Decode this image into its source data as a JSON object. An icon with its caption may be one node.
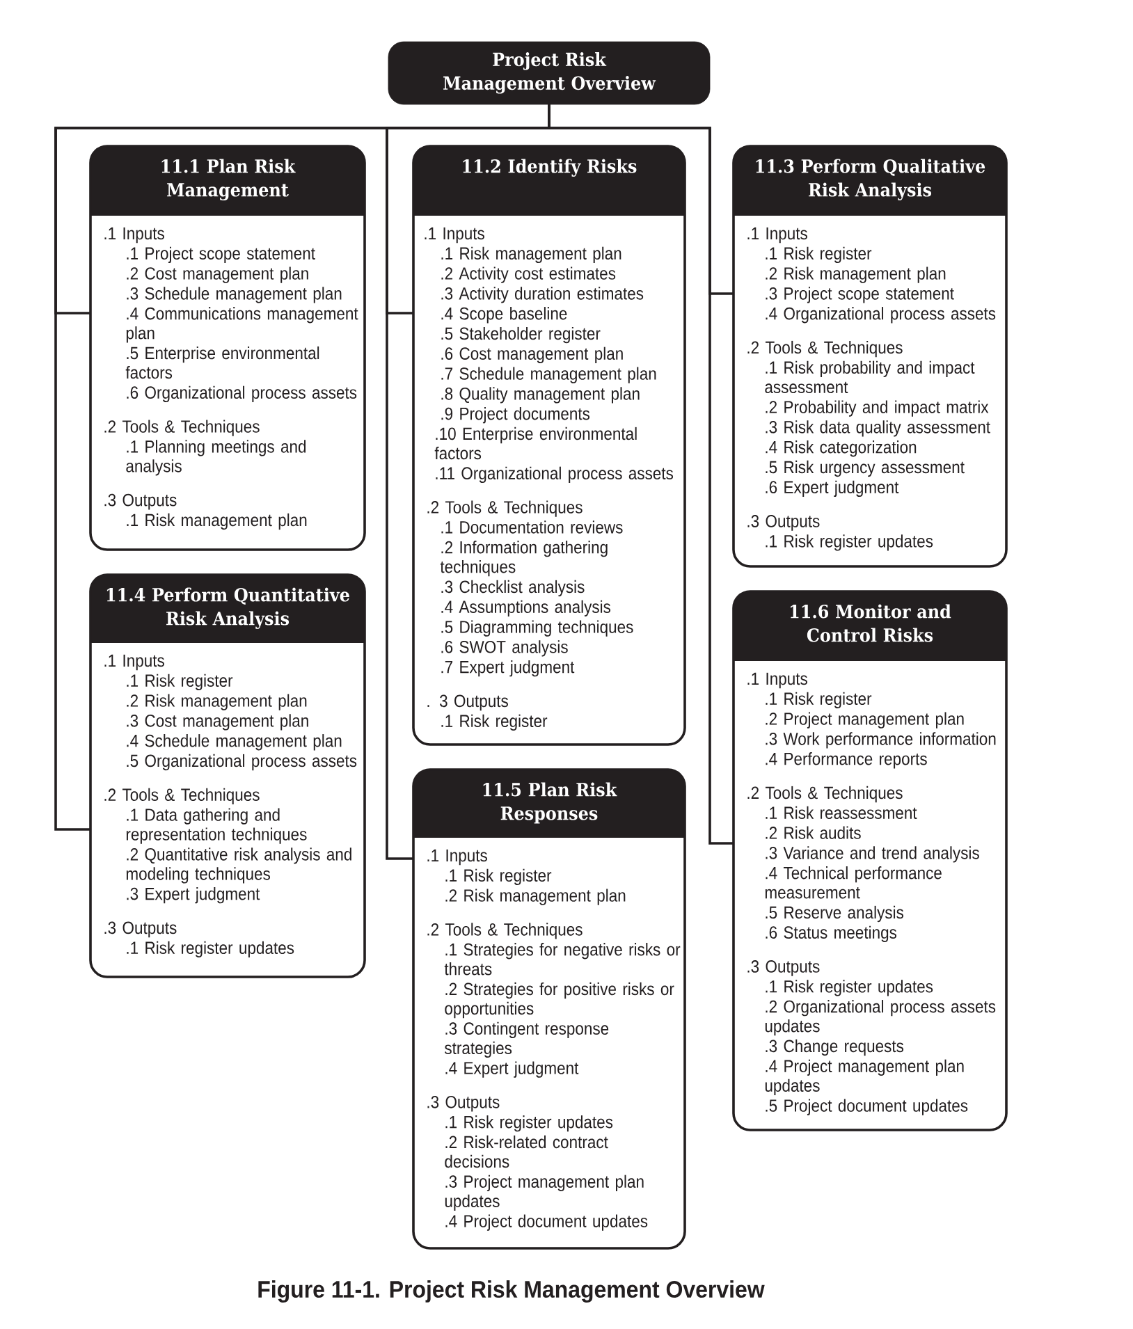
{
  "diagram": {
    "caption": "Figure 11-1. Project Risk Management Overview",
    "nodes": [
      {
        "text": [
          "Project Risk Management Overview"
        ]
      },
      {
        "text": [
          "11.1 Plan Risk Management",
          ".1 Inputs",
          ".1 Project scope statement",
          ".2 Cost management plan",
          ".3 Schedule management plan",
          ".4 Communications management plan",
          ".5 Enterprise environmental factors",
          ".6 Organizational process assets",
          ".2 Tools & Techniques",
          ".1 Planning meetings and analysis",
          ".3 Outputs",
          ".1 Risk management plan"
        ]
      },
      {
        "text": [
          "11.2 Identify Risks",
          ".1 Inputs",
          ".1 Risk management plan",
          ".2 Activity cost estimates",
          ".3 Activity duration estimates",
          ".4 Scope baseline",
          ".5 Stakeholder register",
          ".6 Cost management plan",
          ".7 Schedule management plan",
          ".8 Quality management plan",
          ".9 Project documents",
          ".10 Enterprise environmental factors",
          ".11 Organizational process assets",
          ".2 Tools & Techniques",
          ".1 Documentation reviews",
          ".2 Information gathering techniques",
          ".3 Checklist analysis",
          ".4 Assumptions analysis",
          ".5 Diagramming techniques",
          ".6 SWOT analysis",
          ".7 Expert judgment",
          ". 3 Outputs",
          ".1 Risk register"
        ]
      },
      {
        "text": [
          "11.3 Perform Qualitative Risk Analysis",
          ".1 Inputs",
          ".1 Risk register",
          ".2 Risk management plan",
          ".3 Project scope statement",
          ".4 Organizational process assets",
          ".2 Tools & Techniques",
          ".1 Risk probability and impact assessment",
          ".2 Probability and impact matrix",
          ".3 Risk data quality assessment",
          ".4 Risk categorization",
          ".5 Risk urgency assessment",
          ".6 Expert judgment",
          ".3 Outputs",
          ".1 Risk register updates"
        ]
      },
      {
        "text": [
          "11.4 Perform Quantitative Risk Analysis",
          ".1 Inputs",
          ".1 Risk register",
          ".2 Risk management plan",
          ".3 Cost management plan",
          ".4 Schedule management plan",
          ".5 Organizational process assets",
          ".2 Tools & Techniques",
          ".1 Data gathering and representation techniques",
          ".2 Quantitative risk analysis and modeling techniques",
          ".3 Expert judgment",
          ".3 Outputs",
          ".1 Risk register updates"
        ]
      },
      {
        "text": [
          "11.5 Plan Risk Responses",
          ".1 Inputs",
          ".1 Risk register",
          ".2 Risk management plan",
          ".2 Tools & Techniques",
          ".1 Strategies for negative risks or threats",
          ".2 Strategies for positive risks or opportunities",
          ".3 Contingent response strategies",
          ".4 Expert judgment",
          ".3 Outputs",
          ".1 Risk register updates",
          ".2 Risk-related contract decisions",
          ".3 Project management plan updates",
          ".4 Project document updates"
        ]
      },
      {
        "text": [
          "11.6 Monitor and Control Risks",
          ".1 Inputs",
          ".1 Risk register",
          ".2 Project management plan",
          ".3 Work performance information",
          ".4 Performance reports",
          ".2 Tools & Techniques",
          ".1 Risk reassessment",
          ".2 Risk audits",
          ".3 Variance and trend analysis",
          ".4 Technical performance measurement",
          ".5 Reserve analysis",
          ".6 Status meetings",
          ".3 Outputs",
          ".1 Risk register updates",
          ".2 Organizational process assets updates",
          ".3 Change requests",
          ".4 Project management plan updates",
          ".5 Project document updates"
        ]
      }
    ],
    "edges": [
      {
        "from": 0,
        "to": 1,
        "arrow": "none"
      },
      {
        "from": 0,
        "to": 2,
        "arrow": "none"
      },
      {
        "from": 0,
        "to": 3,
        "arrow": "none"
      },
      {
        "from": 0,
        "to": 4,
        "arrow": "none"
      },
      {
        "from": 0,
        "to": 5,
        "arrow": "none"
      },
      {
        "from": 0,
        "to": 6,
        "arrow": "none"
      }
    ]
  }
}
